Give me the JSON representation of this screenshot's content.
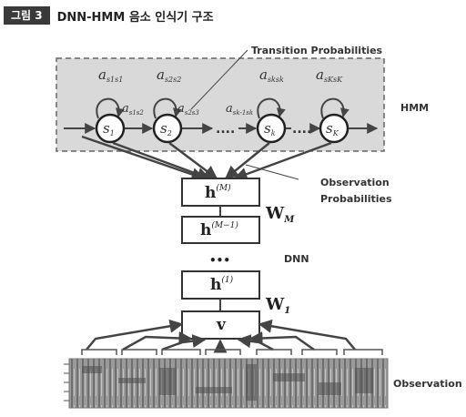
{
  "caption": {
    "figure_label": "그림 3",
    "title": "DNN-HMM 음소 인식기 구조"
  },
  "labels": {
    "transition": "Transition Probabilities",
    "hmm": "HMM",
    "observation_prob_line1": "Observation",
    "observation_prob_line2": "Probabilities",
    "dnn": "DNN",
    "observation": "Observation",
    "ellipsis_v": "•••",
    "ellipsis_h": "....",
    "ellipsis_h2": "...."
  },
  "states": [
    {
      "main": "s",
      "sub": "1"
    },
    {
      "main": "s",
      "sub": "2"
    },
    {
      "main": "s",
      "sub": "k"
    },
    {
      "main": "s",
      "sub": "K"
    }
  ],
  "self_loops": [
    {
      "main": "a",
      "sub": "s1s1"
    },
    {
      "main": "a",
      "sub": "s2s2"
    },
    {
      "main": "a",
      "sub": "sksk"
    },
    {
      "main": "a",
      "sub": "sKsK"
    }
  ],
  "forward_trans": [
    {
      "main": "a",
      "sub": "s1s2"
    },
    {
      "main": "a",
      "sub": "s2s3"
    },
    {
      "main": "a",
      "sub": "sk-1sk"
    }
  ],
  "layers": {
    "hM": {
      "main": "h",
      "sup": "(M)"
    },
    "hM1": {
      "main": "h",
      "sup": "(M−1)"
    },
    "h1": {
      "main": "h",
      "sup": "(1)"
    },
    "v": {
      "main": "v"
    }
  },
  "weights": {
    "WM": {
      "main": "W",
      "sub": "M"
    },
    "W1": {
      "main": "W",
      "sub": "1"
    }
  },
  "colors": {
    "hmm_box": "#d9d9d9",
    "arrow": "#444444",
    "box_border": "#333333"
  }
}
